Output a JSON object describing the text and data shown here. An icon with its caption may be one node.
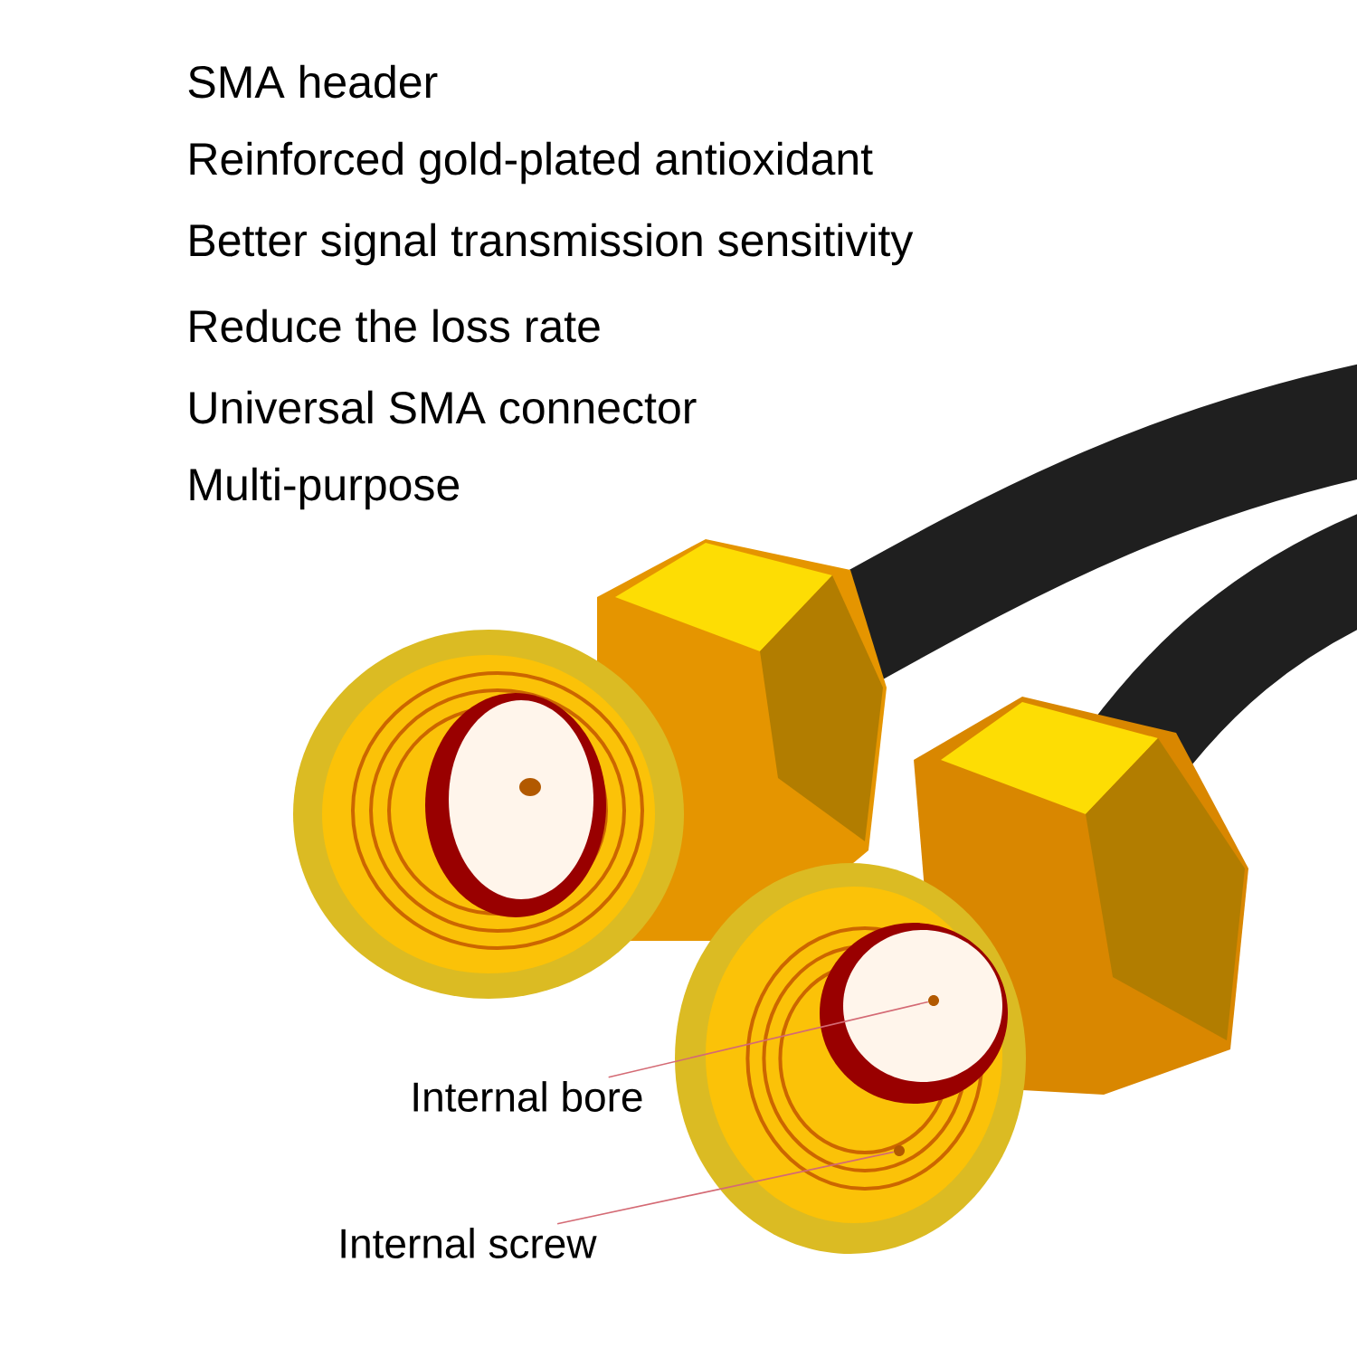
{
  "diagram": {
    "nodes": [
      {
        "text": [
          "Internal bore"
        ]
      },
      {
        "text": [],
        "shape": "circle"
      },
      {
        "text": [
          "Internal screw"
        ]
      },
      {
        "text": [],
        "shape": "circle"
      }
    ],
    "edges": [
      {
        "from": 0,
        "to": 1,
        "arrow": "none",
        "color": "#d46a74"
      },
      {
        "from": 2,
        "to": 3,
        "arrow": "none",
        "color": "#d46a74"
      }
    ],
    "labels": [
      "SMA header",
      "Reinforced gold-plated antioxidant",
      "Better signal transmission sensitivity",
      "Reduce the loss rate",
      "Universal SMA connector",
      "Multi-purpose"
    ]
  }
}
